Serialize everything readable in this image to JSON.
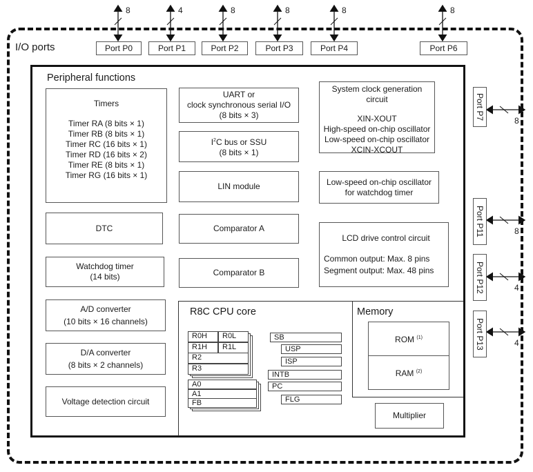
{
  "io_ports": {
    "label": "I/O ports",
    "top_ports": [
      {
        "name": "Port P0",
        "bits": "8"
      },
      {
        "name": "Port P1",
        "bits": "4"
      },
      {
        "name": "Port P2",
        "bits": "8"
      },
      {
        "name": "Port P3",
        "bits": "8"
      },
      {
        "name": "Port P4",
        "bits": "8"
      },
      {
        "name": "Port P6",
        "bits": "8"
      }
    ],
    "right_ports": [
      {
        "name": "Port P7",
        "bits": "8"
      },
      {
        "name": "Port P11",
        "bits": "8"
      },
      {
        "name": "Port P12",
        "bits": "4"
      },
      {
        "name": "Port P13",
        "bits": "4"
      }
    ]
  },
  "peripheral": {
    "title": "Peripheral functions",
    "timers": {
      "title": "Timers",
      "items": [
        "Timer RA (8 bits × 1)",
        "Timer RB (8 bits × 1)",
        "Timer RC (16 bits × 1)",
        "Timer RD (16 bits × 2)",
        "Timer RE (8 bits × 1)",
        "Timer RG (16 bits × 1)"
      ]
    },
    "dtc": "DTC",
    "watchdog": {
      "line1": "Watchdog timer",
      "line2": "(14 bits)"
    },
    "adc": {
      "line1": "A/D converter",
      "line2": "(10 bits × 16 channels)"
    },
    "dac": {
      "line1": "D/A converter",
      "line2": "(8 bits × 2 channels)"
    },
    "voltage_detection": "Voltage detection circuit",
    "uart": {
      "line1": "UART or",
      "line2": "clock synchronous serial I/O",
      "line3": "(8 bits × 3)"
    },
    "i2c": {
      "prefix": "I",
      "sup": "2",
      "suffix": "C bus or SSU",
      "line2": "(8 bits × 1)"
    },
    "lin": "LIN module",
    "comparator_a": "Comparator A",
    "comparator_b": "Comparator B",
    "clock": {
      "line1": "System clock generation",
      "line2": "circuit",
      "items": [
        "XIN-XOUT",
        "High-speed on-chip oscillator",
        "Low-speed on-chip oscillator",
        "XCIN-XCOUT"
      ]
    },
    "wdt_osc": {
      "line1": "Low-speed on-chip oscillator",
      "line2": "for watchdog timer"
    },
    "lcd": {
      "title": "LCD drive control circuit",
      "line1": "Common output: Max. 8 pins",
      "line2": "Segment output: Max. 48 pins"
    }
  },
  "cpu": {
    "title": "R8C CPU core",
    "data_regs": [
      [
        "R0H",
        "R0L"
      ],
      [
        "R1H",
        "R1L"
      ],
      [
        "R2"
      ],
      [
        "R3"
      ]
    ],
    "addr_regs": [
      "A0",
      "A1",
      "FB"
    ],
    "ctrl_regs": [
      "SB",
      "USP",
      "ISP",
      "INTB",
      "PC",
      "FLG"
    ]
  },
  "memory": {
    "title": "Memory",
    "rom": "ROM",
    "rom_note": "(1)",
    "ram": "RAM",
    "ram_note": "(2)"
  },
  "multiplier": "Multiplier"
}
